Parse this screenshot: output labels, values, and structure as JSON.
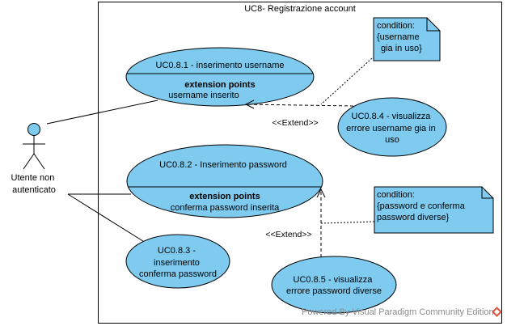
{
  "system": {
    "title": "UC8- Registrazione account"
  },
  "actor": {
    "label_lines": [
      "Utente non",
      "autenticato"
    ]
  },
  "use_cases": {
    "uc081": {
      "title": "UC0.8.1 - inserimento username",
      "ext_title": "extension points",
      "ext_point": "username inserito"
    },
    "uc082": {
      "title": "UC0.8.2 - Inserimento password",
      "ext_title": "extension points",
      "ext_point": "conferma password inserita"
    },
    "uc083": {
      "lines": [
        "UC0.8.3 -",
        "inserimento",
        "conferma password"
      ]
    },
    "uc084": {
      "lines": [
        "UC0.8.4 - visualizza",
        "errore username gia in",
        "uso"
      ]
    },
    "uc085": {
      "lines": [
        "UC0.8.5 - visualizza",
        "errore password diverse"
      ]
    }
  },
  "extends": {
    "label_1": "<<Extend>>",
    "label_2": "<<Extend>>"
  },
  "notes": {
    "note1": {
      "lines": [
        "condition:",
        "{username",
        "gia in uso}"
      ]
    },
    "note2": {
      "lines": [
        "condition:",
        "{password e conferma",
        "password diverse}"
      ]
    }
  },
  "watermark": {
    "text": "Powered By Visual Paradigm Community Edition"
  },
  "colors": {
    "usecase_fill": "#7ecbef",
    "note_fill": "#7ecbef",
    "line": "#000000",
    "logo": "#e0533d"
  }
}
